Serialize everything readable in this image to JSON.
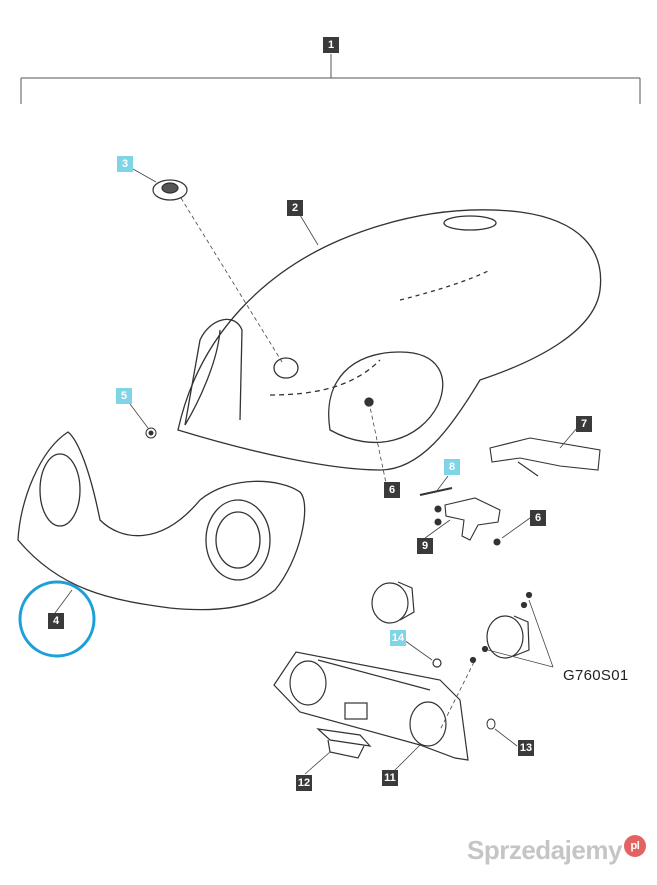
{
  "callouts": [
    {
      "id": "c1",
      "label": "1",
      "style": "dark"
    },
    {
      "id": "c2",
      "label": "2",
      "style": "dark"
    },
    {
      "id": "c3",
      "label": "3",
      "style": "cyan"
    },
    {
      "id": "c4",
      "label": "4",
      "style": "dark"
    },
    {
      "id": "c5",
      "label": "5",
      "style": "cyan"
    },
    {
      "id": "c6a",
      "label": "6",
      "style": "dark"
    },
    {
      "id": "c6b",
      "label": "6",
      "style": "dark"
    },
    {
      "id": "c7",
      "label": "7",
      "style": "dark"
    },
    {
      "id": "c8",
      "label": "8",
      "style": "cyan"
    },
    {
      "id": "c9",
      "label": "9",
      "style": "dark"
    },
    {
      "id": "c11",
      "label": "11",
      "style": "dark"
    },
    {
      "id": "c12",
      "label": "12",
      "style": "dark"
    },
    {
      "id": "c13",
      "label": "13",
      "style": "dark"
    },
    {
      "id": "c14",
      "label": "14",
      "style": "cyan"
    }
  ],
  "diagram_code": "G760S01",
  "watermark": {
    "text": "Sprzedajemy",
    "badge": "pl"
  },
  "colors": {
    "callout_dark": "#3a3a3a",
    "callout_cyan": "#7fd4e6",
    "highlight_circle": "#1e9fd8",
    "line": "#333333"
  }
}
